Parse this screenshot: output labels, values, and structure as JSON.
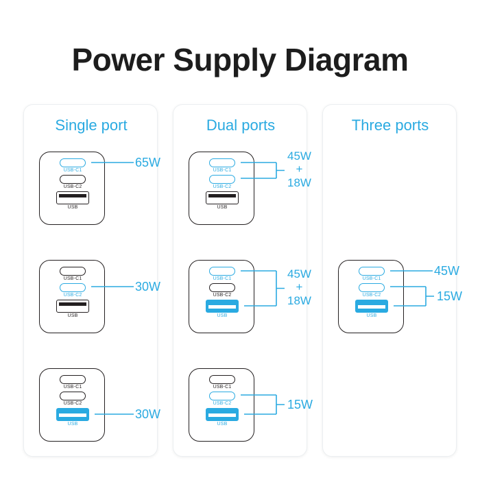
{
  "title": "Power Supply Diagram",
  "accent_color": "#2aaae1",
  "outline_color": "#231f20",
  "port_names": {
    "usb_c1": "USB-C1",
    "usb_c2": "USB-C2",
    "usb_a": "USB"
  },
  "columns": [
    {
      "id": "single-port",
      "title": "Single port",
      "blocks": [
        {
          "id": "single-65w",
          "ports": [
            {
              "type": "usb-c",
              "label": "USB-C1",
              "active": true
            },
            {
              "type": "usb-c",
              "label": "USB-C2",
              "active": false
            },
            {
              "type": "usb-a",
              "label": "USB",
              "active": false
            }
          ],
          "output": "65W",
          "connector": "line",
          "connected_ports": [
            0
          ]
        },
        {
          "id": "single-30w-c2",
          "ports": [
            {
              "type": "usb-c",
              "label": "USB-C1",
              "active": false
            },
            {
              "type": "usb-c",
              "label": "USB-C2",
              "active": true
            },
            {
              "type": "usb-a",
              "label": "USB",
              "active": false
            }
          ],
          "output": "30W",
          "connector": "line",
          "connected_ports": [
            1
          ]
        },
        {
          "id": "single-30w-usb",
          "ports": [
            {
              "type": "usb-c",
              "label": "USB-C1",
              "active": false
            },
            {
              "type": "usb-c",
              "label": "USB-C2",
              "active": false
            },
            {
              "type": "usb-a",
              "label": "USB",
              "active": true
            }
          ],
          "output": "30W",
          "connector": "line",
          "connected_ports": [
            2
          ]
        }
      ]
    },
    {
      "id": "dual-ports",
      "title": "Dual ports",
      "blocks": [
        {
          "id": "dual-45-18-c1c2",
          "ports": [
            {
              "type": "usb-c",
              "label": "USB-C1",
              "active": true
            },
            {
              "type": "usb-c",
              "label": "USB-C2",
              "active": true
            },
            {
              "type": "usb-a",
              "label": "USB",
              "active": false
            }
          ],
          "output": "45W\n+\n18W",
          "connector": "bracket",
          "connected_ports": [
            0,
            1
          ]
        },
        {
          "id": "dual-45-18-c1usb",
          "ports": [
            {
              "type": "usb-c",
              "label": "USB-C1",
              "active": true
            },
            {
              "type": "usb-c",
              "label": "USB-C2",
              "active": false
            },
            {
              "type": "usb-a",
              "label": "USB",
              "active": true
            }
          ],
          "output": "45W\n+\n18W",
          "connector": "bracket",
          "connected_ports": [
            0,
            2
          ]
        },
        {
          "id": "dual-15w-c2usb",
          "ports": [
            {
              "type": "usb-c",
              "label": "USB-C1",
              "active": false
            },
            {
              "type": "usb-c",
              "label": "USB-C2",
              "active": true
            },
            {
              "type": "usb-a",
              "label": "USB",
              "active": true
            }
          ],
          "output": "15W",
          "connector": "bracket",
          "connected_ports": [
            1,
            2
          ]
        }
      ]
    },
    {
      "id": "three-ports",
      "title": "Three ports",
      "blocks": [
        {
          "id": "three-45-15",
          "slot": 1,
          "ports": [
            {
              "type": "usb-c",
              "label": "USB-C1",
              "active": true
            },
            {
              "type": "usb-c",
              "label": "USB-C2",
              "active": true
            },
            {
              "type": "usb-a",
              "label": "USB",
              "active": true
            }
          ],
          "outputs": [
            {
              "value": "45W",
              "connector": "line",
              "connected_ports": [
                0
              ]
            },
            {
              "value": "15W",
              "connector": "bracket",
              "connected_ports": [
                1,
                2
              ]
            }
          ]
        }
      ]
    }
  ]
}
